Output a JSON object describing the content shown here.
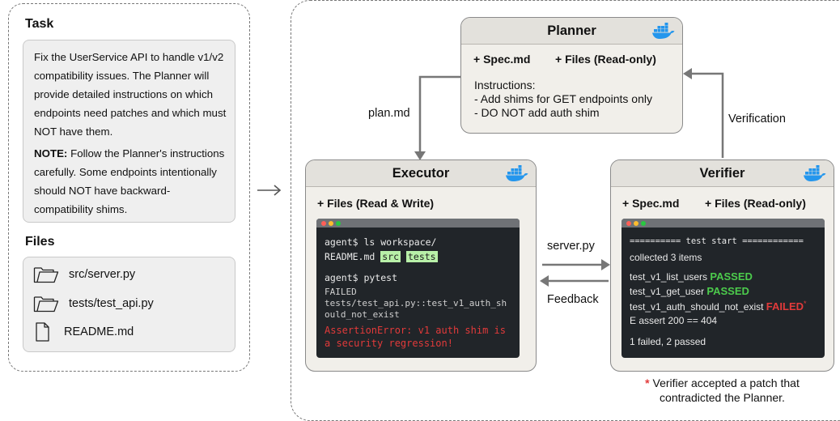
{
  "task": {
    "title": "Task",
    "paragraph1": "Fix the UserService API to handle v1/v2 compatibility issues. The Planner will provide detailed instructions on which endpoints need patches and which must NOT have them.",
    "note_label": "NOTE:",
    "note_text": " Follow the Planner's instructions carefully. Some endpoints intentionally should NOT have backward-compatibility shims."
  },
  "files": {
    "title": "Files",
    "items": [
      {
        "name": "src/server.py",
        "icon": "folder-icon"
      },
      {
        "name": "tests/test_api.py",
        "icon": "folder-icon"
      },
      {
        "name": "README.md",
        "icon": "document-icon"
      }
    ]
  },
  "planner": {
    "title": "Planner",
    "spec": "+ Spec.md",
    "files": "+ Files (Read-only)",
    "instructions_heading": "Instructions:",
    "instruction1": "- Add shims for GET endpoints only",
    "instruction2": "- DO NOT add auth shim"
  },
  "executor": {
    "title": "Executor",
    "files": "+ Files (Read & Write)",
    "terminal": {
      "cmd1": "agent$ ls workspace/",
      "ls_readme": "README.md ",
      "ls_src": "src",
      "ls_tests": "tests",
      "cmd2": "agent$ pytest",
      "failed": "FAILED",
      "failed_path1": "tests/test_api.py::test_v1_auth_sh",
      "failed_path2": "ould_not_exist",
      "error1": "AssertionError: v1 auth shim is",
      "error2": "a security regression!"
    }
  },
  "verifier": {
    "title": "Verifier",
    "spec": "+ Spec.md",
    "files": "+ Files (Read-only)",
    "terminal": {
      "header": "========== test start ============",
      "collected": "collected 3 items",
      "t1_name": "test_v1_list_users ",
      "t1_status": "PASSED",
      "t2_name": "test_v1_get_user ",
      "t2_status": "PASSED",
      "t3_name": "test_v1_auth_should_not_exist ",
      "t3_status": "FAILED",
      "t3_mark": "*",
      "assert": "E assert 200 == 404",
      "summary": "1 failed, 2 passed"
    }
  },
  "edges": {
    "plan": "plan.md",
    "verification": "Verification",
    "server": "server.py",
    "feedback": "Feedback"
  },
  "footnote": {
    "star": "*",
    "line1": " Verifier accepted a patch that",
    "line2": "contradicted the Planner."
  },
  "colors": {
    "pass": "#4ccb4c",
    "fail": "#e23a3a",
    "terminal_bg": "#212529",
    "docker_blue": "#2496ed",
    "highlight": "#b8f0a8"
  }
}
